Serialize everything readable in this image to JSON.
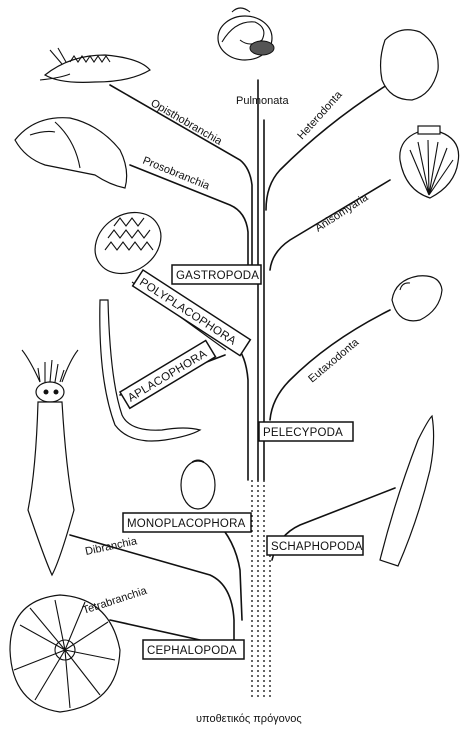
{
  "labels": {
    "pulmonata": "Pulmonata",
    "opisthobranchia": "Opisthobranchia",
    "prosobranchia": "Prosobranchia",
    "heterodonta": "Heterodonta",
    "anisomyaria": "Anisomyaria",
    "eutaxodonta": "Eutaxodonta",
    "dibranchia": "Dibranchia",
    "tetrabranchia": "Tetrabranchia",
    "ancestor": "υποθετικός πρόγονος"
  },
  "boxes": {
    "gastropoda": "GASTROPODA",
    "polyplacophora": "POLYPLACOPHORA",
    "aplacophora": "APLACOPHORA",
    "pelecypoda": "PELECYPODA",
    "monoplacophora": "MONOPLACOPHORA",
    "schaphopoda": "SCHAPHOPODA",
    "cephalopoda": "CEPHALOPODA"
  },
  "icons": [
    "snail-icon",
    "sea-slug-icon",
    "whelk-icon",
    "clam-icon",
    "scallop-icon",
    "chiton-icon",
    "mussel-icon",
    "squid-icon",
    "worm-mollusc-icon",
    "limpet-icon",
    "tusk-shell-icon",
    "nautilus-icon"
  ]
}
